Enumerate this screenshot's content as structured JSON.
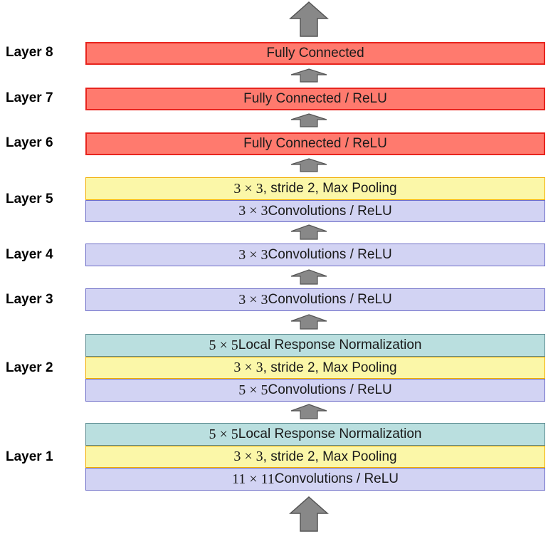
{
  "layers": [
    {
      "label": "Layer 8",
      "blocks": [
        {
          "kind": "fc",
          "text": "Fully Connected"
        }
      ]
    },
    {
      "label": "Layer 7",
      "blocks": [
        {
          "kind": "fc",
          "text": "Fully Connected / ReLU"
        }
      ]
    },
    {
      "label": "Layer 6",
      "blocks": [
        {
          "kind": "fc",
          "text": "Fully Connected / ReLU"
        }
      ]
    },
    {
      "label": "Layer 5",
      "blocks": [
        {
          "kind": "pool",
          "size": "3 × 3",
          "text": " , stride 2, Max Pooling"
        },
        {
          "kind": "conv",
          "size": "3 × 3",
          "text": " Convolutions / ReLU"
        }
      ]
    },
    {
      "label": "Layer 4",
      "blocks": [
        {
          "kind": "conv",
          "size": "3 × 3",
          "text": " Convolutions / ReLU"
        }
      ]
    },
    {
      "label": "Layer 3",
      "blocks": [
        {
          "kind": "conv",
          "size": "3 × 3",
          "text": " Convolutions / ReLU"
        }
      ]
    },
    {
      "label": "Layer 2",
      "blocks": [
        {
          "kind": "norm",
          "size": "5 × 5",
          "text": " Local Response Normalization"
        },
        {
          "kind": "pool",
          "size": "3 × 3",
          "text": " , stride 2, Max Pooling"
        },
        {
          "kind": "conv",
          "size": "5 × 5",
          "text": " Convolutions / ReLU"
        }
      ]
    },
    {
      "label": "Layer 1",
      "blocks": [
        {
          "kind": "norm",
          "size": "5 × 5",
          "text": " Local Response Normalization"
        },
        {
          "kind": "pool",
          "size": "3 × 3",
          "text": " , stride 2, Max Pooling"
        },
        {
          "kind": "conv",
          "size": "11 × 11",
          "text": " Convolutions / ReLU"
        }
      ]
    }
  ],
  "colors": {
    "fully_connected_fill": "#ff7a6e",
    "fully_connected_border": "#e8241e",
    "pooling_fill": "#fbf7a8",
    "pooling_border": "#f2ad00",
    "convolution_fill": "#d2d3f3",
    "convolution_border": "#6d6dc7",
    "normalization_fill": "#badfdf",
    "normalization_border": "#5f8d92",
    "arrow_fill": "#888888"
  },
  "icons": {
    "flow_arrow": "up-arrow-icon"
  }
}
